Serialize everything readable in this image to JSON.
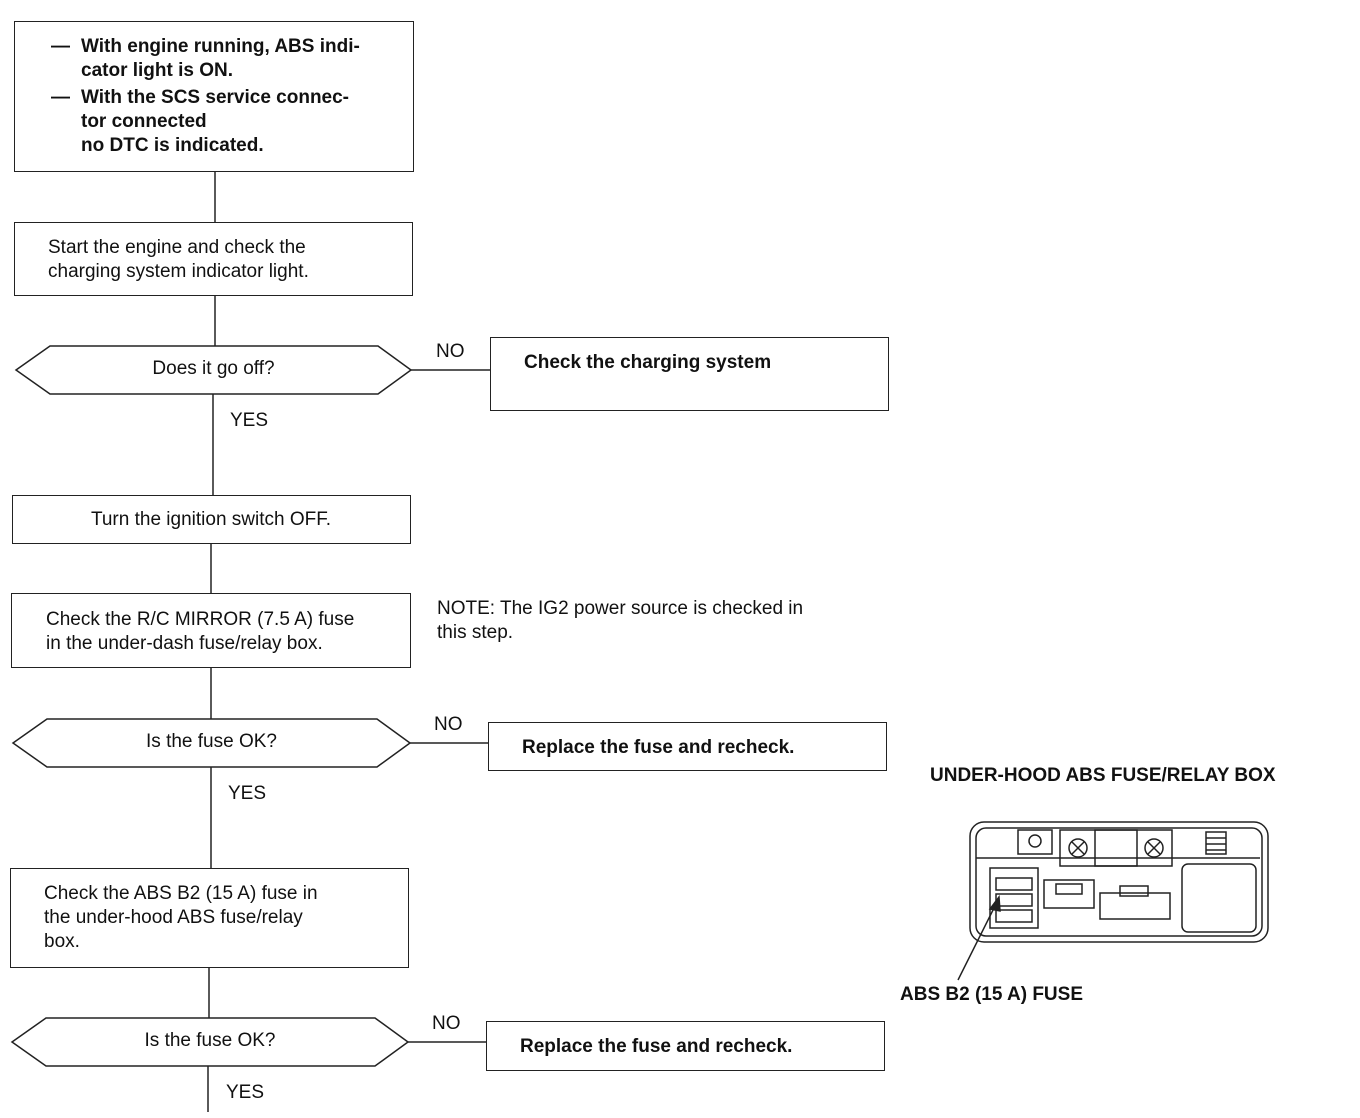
{
  "flow": {
    "symptom": {
      "line1": "With engine running, ABS indi-\ncator light is ON.",
      "line2": "With the SCS service connec-\ntor connected\nno DTC is indicated."
    },
    "step_start_engine": "Start the engine and check the\ncharging system indicator light.",
    "q_goes_off": "Does it go off?",
    "action_check_charging": "Check the charging system",
    "step_ignition_off": "Turn the ignition switch OFF.",
    "step_check_rc_mirror": "Check the R/C MIRROR (7.5 A) fuse\nin the under-dash fuse/relay box.",
    "note": "NOTE:  The IG2 power source is checked in\nthis step.",
    "q_fuse_ok_1": "Is the fuse OK?",
    "action_replace_1": "Replace the fuse and recheck.",
    "step_check_abs_b2": "Check the ABS B2 (15 A) fuse in\nthe under-hood ABS fuse/relay\nbox.",
    "q_fuse_ok_2": "Is the fuse OK?",
    "action_replace_2": "Replace the fuse and recheck.",
    "no_label": "NO",
    "yes_label": "YES"
  },
  "figure": {
    "title": "UNDER-HOOD ABS FUSE/RELAY BOX",
    "callout": "ABS B2 (15 A) FUSE"
  }
}
